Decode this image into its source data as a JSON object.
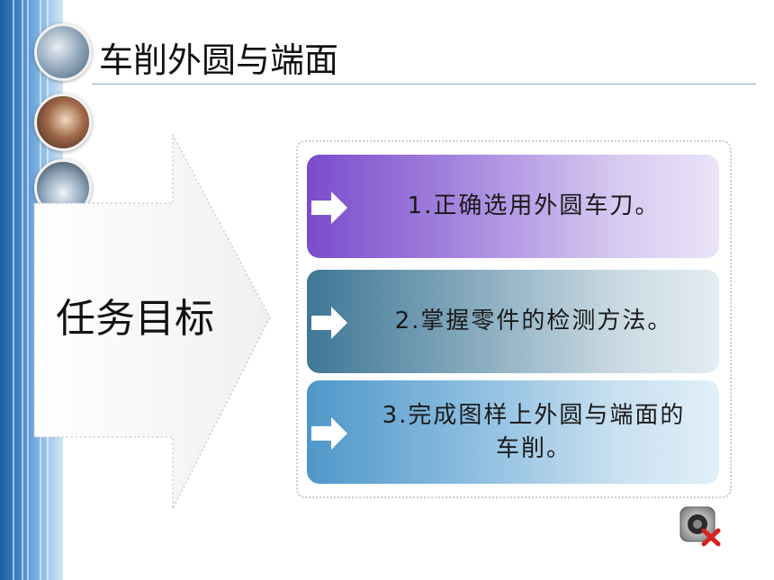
{
  "slide": {
    "title": "车削外圆与端面",
    "goal_label": "任务目标",
    "items": [
      {
        "text": "1.正确选用外圆车刀。"
      },
      {
        "text": "2.掌握零件的检测方法。"
      },
      {
        "text": "3.完成图样上外圆与端面的车削。"
      }
    ]
  },
  "icons": {
    "item_arrow": "right-arrow-icon",
    "speaker": "speaker-mute-icon"
  },
  "colors": {
    "item1": "#7a4ccc",
    "item2": "#3f7796",
    "item3": "#4f97c9",
    "sidebar": "#3f83c6"
  }
}
